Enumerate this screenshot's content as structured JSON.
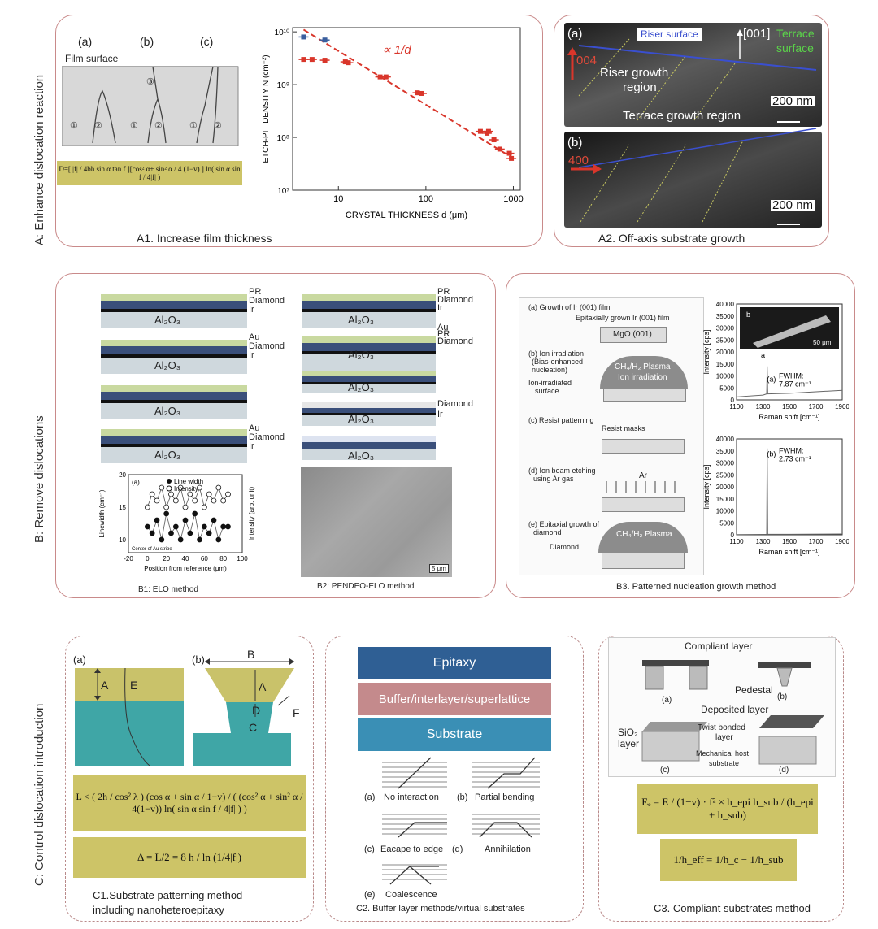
{
  "rows": {
    "a_label": "A: Enhance dislocation reaction",
    "b_label": "B: Remove dislocations",
    "c_label": "C: Control dislocation introduction"
  },
  "a1": {
    "caption": "A1. Increase film thickness",
    "film_surface": "Film surface",
    "subpanels": [
      "(a)",
      "(b)",
      "(c)"
    ],
    "markers": [
      "①",
      "②",
      "③"
    ],
    "formula": "D=[ |f| / 4bh sin α tan f ][cos² α+ sin² α / 4 (1−v) ] ln( sin α sin f / 4|f| )",
    "chart_data": {
      "type": "scatter",
      "xlabel": "CRYSTAL THICKNESS d (μm)",
      "ylabel": "ETCH-PIT DENSITY N (cm⁻²)",
      "annotation": "∝ 1/d",
      "x_scale": "log",
      "y_scale": "log",
      "xlim": [
        3,
        1200
      ],
      "ylim": [
        10000000,
        12000000000
      ],
      "x_ticks": [
        "10",
        "100",
        "1000"
      ],
      "y_ticks": [
        "10⁷",
        "10⁸",
        "10⁹",
        "10¹⁰"
      ],
      "series": [
        {
          "color": "#d9362b",
          "points": [
            [
              4,
              3000000000
            ],
            [
              5,
              3000000000
            ],
            [
              7,
              2900000000
            ],
            [
              12,
              2700000000
            ],
            [
              13,
              2600000000
            ],
            [
              30,
              1400000000
            ],
            [
              35,
              1400000000
            ],
            [
              80,
              700000000
            ],
            [
              90,
              680000000
            ],
            [
              420,
              130000000
            ],
            [
              500,
              120000000
            ],
            [
              520,
              130000000
            ],
            [
              600,
              90000000
            ],
            [
              700,
              60000000
            ],
            [
              900,
              50000000
            ],
            [
              950,
              40000000
            ]
          ]
        },
        {
          "color": "#3a5f9e",
          "points": [
            [
              4,
              8000000000
            ],
            [
              7,
              7000000000
            ]
          ]
        }
      ],
      "fit_line": [
        [
          4,
          11000000000
        ],
        [
          1000,
          40000000
        ]
      ]
    }
  },
  "a2": {
    "caption": "A2. Off-axis substrate growth",
    "a_label": "(a)",
    "b_label": "(b)",
    "riser_surface": "Riser surface",
    "direction": "[001]",
    "terrace_surface_1": "Terrace",
    "terrace_surface_2": "surface",
    "vec_a": "004",
    "vec_b": "400",
    "riser_region_1": "Riser growth",
    "riser_region_2": "region",
    "terrace_region": "Terrace growth region",
    "scale_a": "200 nm",
    "scale_b": "200 nm"
  },
  "b1": {
    "caption": "B1: ELO method",
    "stack1": [
      "PR",
      "Diamond",
      "Ir"
    ],
    "stack2": [
      "Au",
      "Diamond",
      "Ir"
    ],
    "stack4": [
      "Au",
      "Diamond",
      "Ir"
    ],
    "substrate": "Al₂O₃",
    "chart_data": {
      "type": "line",
      "panel_label": "(a)",
      "xlabel": "Position from reference (μm)",
      "ylabel": "Linewidth (cm⁻¹)",
      "y2label": "Intensity (arb. unit)",
      "annotation": "Center of Au stripe",
      "xlim": [
        -20,
        100
      ],
      "ylim": [
        8,
        20
      ],
      "x_ticks": [
        "-20",
        "0",
        "20",
        "40",
        "60",
        "80",
        "100"
      ],
      "y_ticks": [
        "10",
        "15",
        "20"
      ],
      "series": [
        {
          "name": "Line width",
          "x": [
            0,
            5,
            10,
            15,
            20,
            25,
            30,
            35,
            40,
            45,
            50,
            55,
            60,
            65,
            70,
            75,
            80,
            85
          ],
          "values": [
            12,
            11,
            13,
            10,
            14,
            11,
            12,
            10,
            13,
            11,
            14,
            10,
            12,
            11,
            13,
            10,
            12,
            12
          ]
        },
        {
          "name": "Intensity",
          "x": [
            0,
            5,
            10,
            15,
            20,
            25,
            30,
            35,
            40,
            45,
            50,
            55,
            60,
            65,
            70,
            75,
            80,
            85
          ],
          "values": [
            15,
            17,
            16,
            18,
            15,
            17,
            16,
            18,
            15,
            17,
            16,
            18,
            15,
            17,
            16,
            18,
            16,
            17
          ]
        }
      ]
    }
  },
  "b2": {
    "caption": "B2: PENDEO-ELO method",
    "stack1": [
      "PR",
      "Diamond",
      "Ir"
    ],
    "stack2": [
      "Au",
      "PR",
      "Diamond"
    ],
    "stack4": [
      "Diamond",
      "Ir"
    ],
    "substrate": "Al₂O₃",
    "scale": "5 μm"
  },
  "b3": {
    "caption": "B3. Patterned nucleation growth method",
    "steps": [
      "(a) Growth of Ir (001) film",
      "(b) Ion irradiation",
      "(Bias-enhanced",
      "nucleation)",
      "(c) Resist patterning",
      "(d) Ion beam etching",
      "using Ar gas",
      "(e) Epitaxial growth of",
      "diamond"
    ],
    "labels": {
      "epitaxial": "Epitaxially grown Ir (001) film",
      "mgo": "MgO (001)",
      "plasma1": "CH₄/H₂ Plasma",
      "ion": "Ion irradiation",
      "surface1": "Ion-irradiated",
      "surface2": "surface",
      "masks": "Resist masks",
      "ar": "Ar",
      "plasma2": "CH₄/H₂ Plasma",
      "diamond": "Diamond"
    },
    "raman_top": {
      "type": "line",
      "panel_label": "(a)",
      "fwhm_1": "FWHM:",
      "fwhm_2": "7.87 cm⁻¹",
      "inset_scale": "50 μm",
      "inset_a": "a",
      "inset_b": "b",
      "xlabel": "Raman shift [cm⁻¹]",
      "ylabel": "Intensity [cps]",
      "xlim": [
        1100,
        1900
      ],
      "ylim": [
        0,
        40000
      ],
      "x_ticks": [
        "1100",
        "1300",
        "1500",
        "1700",
        "1900"
      ],
      "y_ticks": [
        "0",
        "5000",
        "10000",
        "15000",
        "20000",
        "25000",
        "30000",
        "35000",
        "40000"
      ],
      "peak_x": 1332,
      "peak_y": 14000
    },
    "raman_bottom": {
      "type": "line",
      "panel_label": "(b)",
      "fwhm_1": "FWHM:",
      "fwhm_2": "2.73 cm⁻¹",
      "xlabel": "Raman shift [cm⁻¹]",
      "ylabel": "Intensity [cps]",
      "xlim": [
        1100,
        1900
      ],
      "ylim": [
        0,
        40000
      ],
      "x_ticks": [
        "1100",
        "1300",
        "1500",
        "1700",
        "1900"
      ],
      "y_ticks": [
        "0",
        "5000",
        "10000",
        "15000",
        "20000",
        "25000",
        "30000",
        "35000",
        "40000"
      ],
      "peak_x": 1332,
      "peak_y": 36000
    }
  },
  "c1": {
    "caption_1": "C1.Substrate patterning method",
    "caption_2": "including nanoheteroepitaxy",
    "a_label": "(a)",
    "b_label": "(b)",
    "A": "A",
    "E": "E",
    "B": "B",
    "A2": "A",
    "D": "D",
    "C": "C",
    "F": "F",
    "formula_L": "L < ( 2h / cos² λ ) (cos α + sin α / 1−v) / ( (cos² α + sin² α / 4(1−v)) ln( sin α sin f / 4|f| ) )",
    "formula_delta": "Δ = L/2 = 8 h / ln (1/4|f|)"
  },
  "c2": {
    "caption": "C2. Buffer layer methods/virtual substrates",
    "layer_top": "Epitaxy",
    "layer_mid": "Buffer/interlayer/superlattice",
    "layer_bot": "Substrate",
    "colors": {
      "top": "#2f5f94",
      "mid": "#c48a8c",
      "bot": "#3a8fb5"
    },
    "cases": [
      "(a)",
      "No interaction",
      "(b)",
      "Partial bending",
      "(c)",
      "Eacape to edge",
      "(d)",
      "Annihilation",
      "(e)",
      "Coalescence"
    ]
  },
  "c3": {
    "caption": "C3. Compliant substrates method",
    "compliant": "Compliant layer",
    "pedestal": "Pedestal",
    "deposited": "Deposited layer",
    "sio2_1": "SiO₂",
    "sio2_2": "layer",
    "twist_1": "Twist bonded",
    "twist_2": "layer",
    "mech_1": "Mechanical host",
    "mech_2": "substrate",
    "sub_labels": [
      "(a)",
      "(b)",
      "(c)",
      "(d)"
    ],
    "formula_E": "Eₑ = E / (1−v) · f² × h_epi h_sub / (h_epi + h_sub)",
    "formula_h": "1/h_eff = 1/h_c − 1/h_sub"
  }
}
